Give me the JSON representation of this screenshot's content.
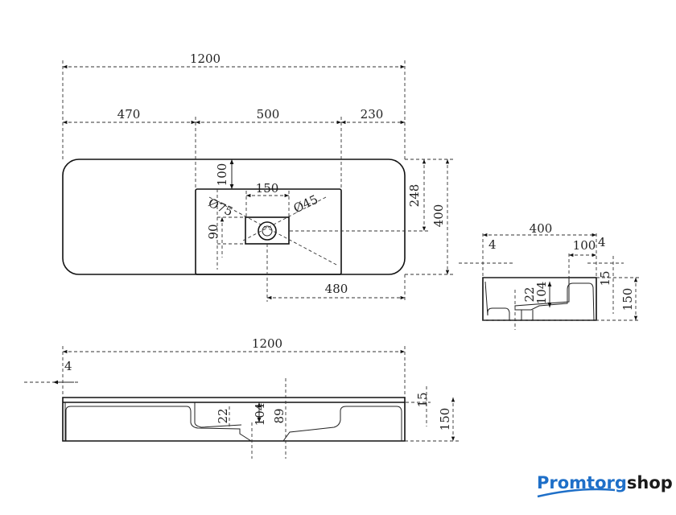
{
  "top_view": {
    "overall_length": "1200",
    "left_section": "470",
    "basin_width": "500",
    "right_section": "230",
    "basin_offset": "100",
    "drain_width": "150",
    "drain_outer_diameter": "Ø75",
    "drain_inner_diameter": "Ø45",
    "drain_offset": "90",
    "drain_depth_position": "248",
    "overall_depth": "400",
    "drain_from_right": "480"
  },
  "side_view": {
    "depth": "400",
    "wall_left": "4",
    "ledge_width": "100",
    "wall_right": "4",
    "rim": "15",
    "height": "150",
    "drain_step": "22",
    "basin_depth": "104"
  },
  "front_view": {
    "length": "1200",
    "wall": "4",
    "rim": "15",
    "height": "150",
    "drain_step": "22",
    "basin_depth": "104",
    "inner_depth": "89"
  },
  "logo": {
    "part1": "Promtorg",
    "part2": "shop",
    "brand_color": "#1e6fc8"
  }
}
